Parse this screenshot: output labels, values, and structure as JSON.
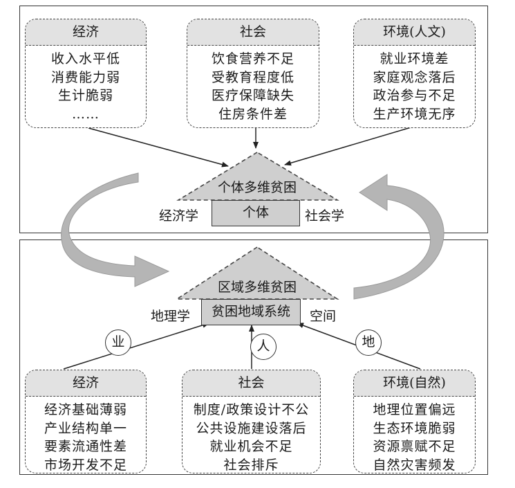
{
  "top": {
    "boxes": [
      {
        "title": "经济",
        "items": [
          "收入水平低",
          "消费能力弱",
          "生计脆弱",
          "……"
        ]
      },
      {
        "title": "社会",
        "items": [
          "饮食营养不足",
          "受教育程度低",
          "医疗保障缺失",
          "住房条件差"
        ]
      },
      {
        "title": "环境(人文)",
        "items": [
          "就业环境差",
          "家庭观念落后",
          "政治参与不足",
          "生产环境无序"
        ]
      }
    ],
    "roof_label": "个体多维贫困",
    "core_label": "个体",
    "left_label": "经济学",
    "right_label": "社会学"
  },
  "bottom": {
    "roof_label": "区域多维贫困",
    "core_label": "贫困地域系统",
    "left_label": "地理学",
    "right_label": "空间",
    "circles": [
      "业",
      "人",
      "地"
    ],
    "boxes": [
      {
        "title": "经济",
        "items": [
          "经济基础薄弱",
          "产业结构单一",
          "要素流通性差",
          "市场开发不足"
        ]
      },
      {
        "title": "社会",
        "items": [
          "制度/政策设计不公",
          "公共设施建设落后",
          "就业机会不足",
          "社会排斥"
        ]
      },
      {
        "title": "环境(自然)",
        "items": [
          "地理位置偏远",
          "生态环境脆弱",
          "资源禀赋不足",
          "自然灾害频发"
        ]
      }
    ]
  }
}
